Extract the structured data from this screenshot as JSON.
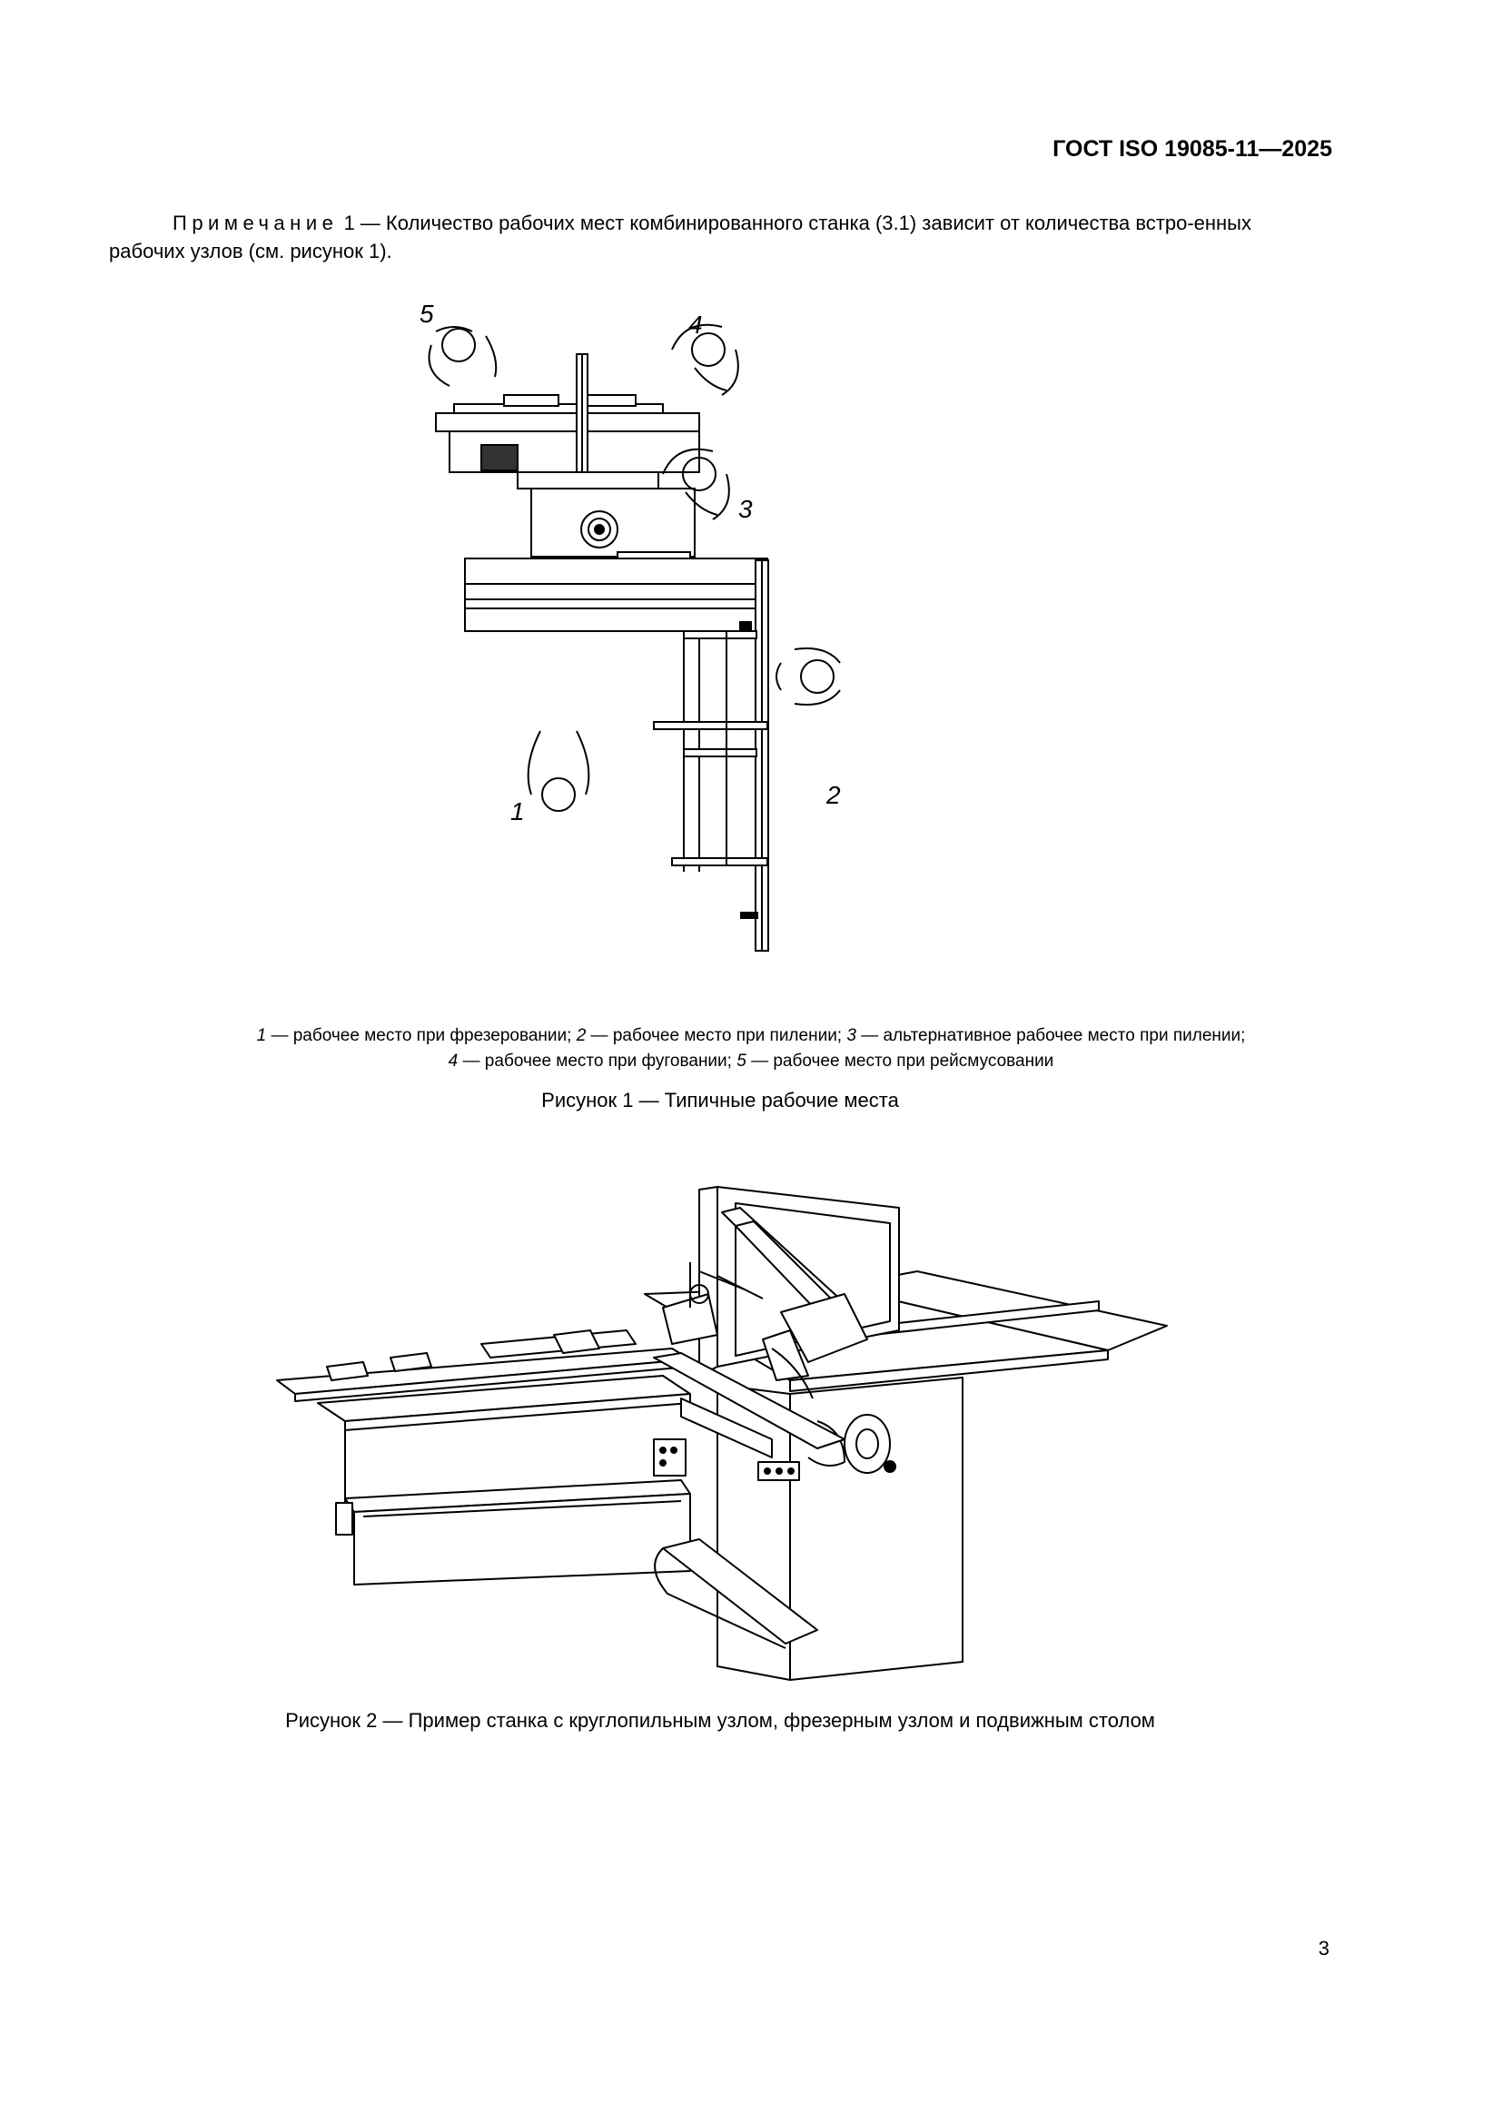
{
  "header": {
    "doc_id": "ГОСТ ISO 19085-11—2025"
  },
  "note": {
    "prefix": "Примечание",
    "text": " 1 — Количество рабочих мест комбинированного станка (3.1) зависит от количества встро-енных рабочих узлов (см. рисунок 1)."
  },
  "figure1": {
    "callouts": [
      "1",
      "2",
      "3",
      "4",
      "5"
    ],
    "legend": [
      {
        "num": "1",
        "text": " — рабочее место при фрезеровании; "
      },
      {
        "num": "2",
        "text": " — рабочее место при пилении; "
      },
      {
        "num": "3",
        "text": " — альтернативное рабочее место при пилении;"
      },
      {
        "num": "4",
        "text": " — рабочее место при фуговании; "
      },
      {
        "num": "5",
        "text": " — рабочее место при рейсмусовании"
      }
    ],
    "caption": "Рисунок 1 — Типичные рабочие места"
  },
  "figure2": {
    "caption": "Рисунок 2 — Пример станка с круглопильным узлом, фрезерным узлом и подвижным столом"
  },
  "page_number": "3"
}
